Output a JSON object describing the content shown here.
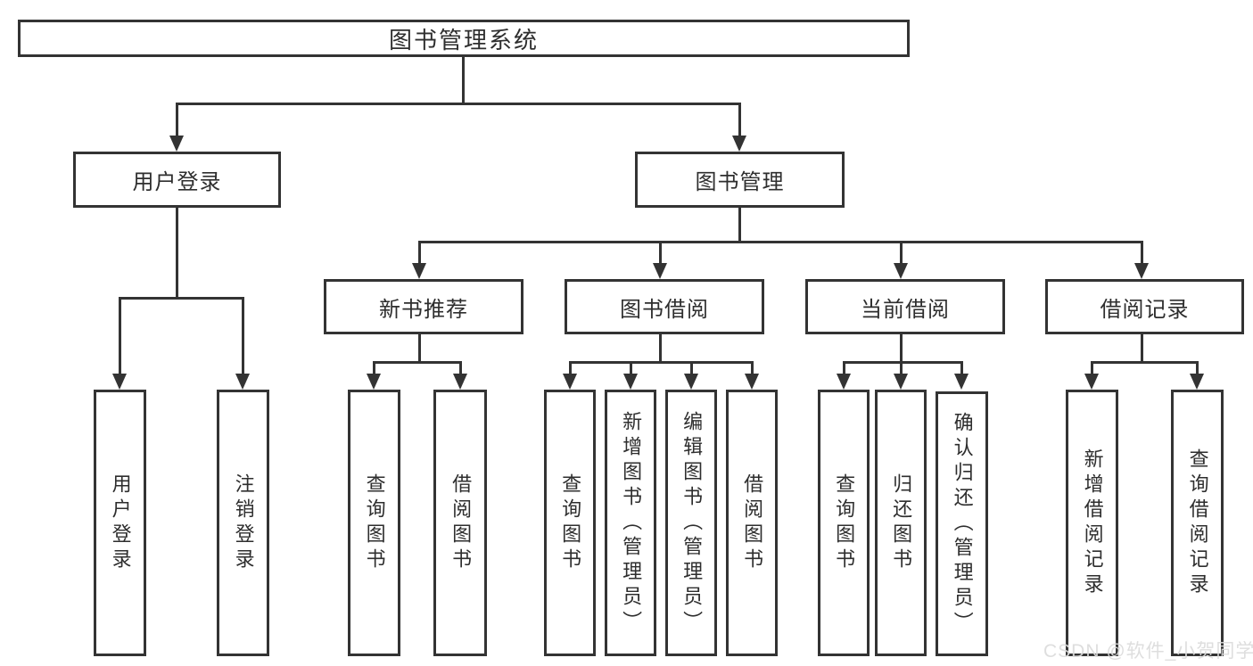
{
  "tree": {
    "root": "图书管理系统",
    "branches": {
      "user_login": {
        "label": "用户登录",
        "children": [
          "用户登录",
          "注销登录"
        ]
      },
      "book_management": {
        "label": "图书管理",
        "sections": {
          "new_book_recommend": {
            "label": "新书推荐",
            "children": [
              "查询图书",
              "借阅图书"
            ]
          },
          "book_borrow": {
            "label": "图书借阅",
            "children": [
              "查询图书",
              "新增图书（管理员）",
              "编辑图书（管理员）",
              "借阅图书"
            ]
          },
          "current_borrow": {
            "label": "当前借阅",
            "children": [
              "查询图书",
              "归还图书",
              "确认归还（管理员）"
            ]
          },
          "borrow_records": {
            "label": "借阅记录",
            "children": [
              "新增借阅记录",
              "查询借阅记录"
            ]
          }
        }
      }
    }
  },
  "watermark": {
    "text": "CSDN @软件_小贺同学"
  },
  "colors": {
    "line": "#333333",
    "text": "#2e2e2e",
    "background": "#ffffff",
    "watermark": "#dbdbdb"
  }
}
